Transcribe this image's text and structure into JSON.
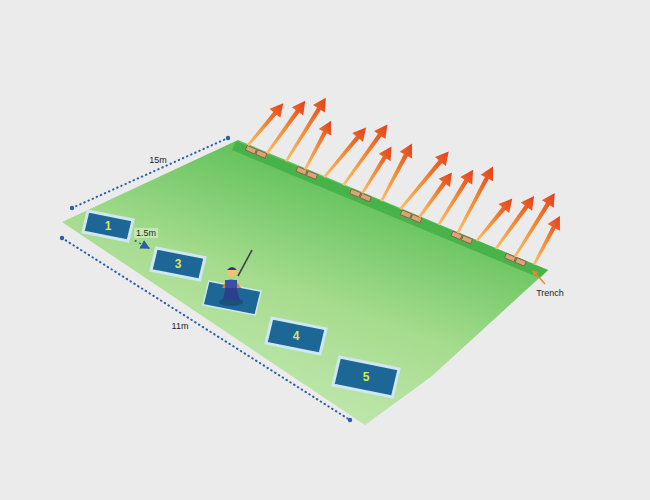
{
  "diagram": {
    "nodes": [
      {
        "text": [
          "1"
        ]
      },
      {
        "text": [
          "3"
        ]
      },
      {
        "text": [
          "4"
        ]
      },
      {
        "text": [
          "5"
        ]
      }
    ],
    "edges": [
      {
        "from": 0,
        "to": 1,
        "label": "1.5m",
        "arrow": "to"
      }
    ],
    "labels": [
      "15m",
      "11m",
      "Trench"
    ]
  }
}
